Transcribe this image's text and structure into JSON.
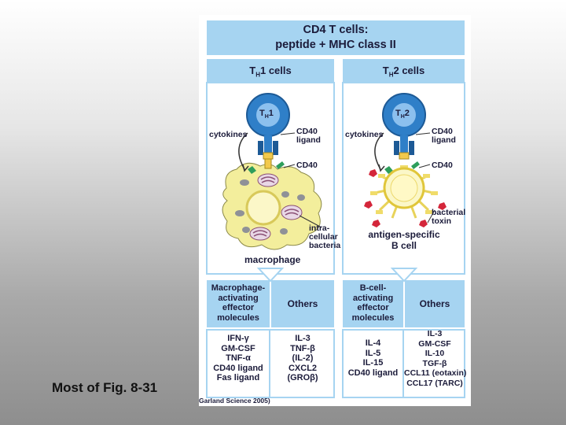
{
  "caption": "Most of Fig. 8-31",
  "figure": {
    "header_line1": "CD4 T cells:",
    "header_line2": "peptide + MHC class II",
    "left": {
      "title_T": "T",
      "title_H": "H",
      "title_rest": "1 cells",
      "cell_T": "T",
      "cell_H": "H",
      "cell_num": "1",
      "cytokines": "cytokines",
      "cd40_ligand_1": "CD40",
      "cd40_ligand_2": "ligand",
      "cd40": "CD40",
      "intracellular_1": "intra-",
      "intracellular_2": "cellular",
      "intracellular_3": "bacteria",
      "target_cell": "macrophage",
      "molecules_1": "Macrophage-",
      "molecules_2": "activating",
      "molecules_3": "effector",
      "molecules_4": "molecules",
      "others": "Others",
      "effectors": [
        "IFN-γ",
        "GM-CSF",
        "TNF-α",
        "CD40 ligand",
        "Fas ligand"
      ],
      "other_list": [
        "IL-3",
        "TNF-β",
        "(IL-2)",
        "CXCL2",
        "(GROβ)"
      ]
    },
    "right": {
      "title_T": "T",
      "title_H": "H",
      "title_rest": "2 cells",
      "cell_T": "T",
      "cell_H": "H",
      "cell_num": "2",
      "cytokines": "cytokines",
      "cd40_ligand_1": "CD40",
      "cd40_ligand_2": "ligand",
      "cd40": "CD40",
      "toxin_1": "bacterial",
      "toxin_2": "toxin",
      "target_1": "antigen-specific",
      "target_2": "B cell",
      "molecules_1": "B-cell-",
      "molecules_2": "activating",
      "molecules_3": "effector",
      "molecules_4": "molecules",
      "others": "Others",
      "effectors": [
        "IL-4",
        "IL-5",
        "IL-15",
        "CD40 ligand"
      ],
      "other_list": [
        "IL-3",
        "GM-CSF",
        "IL-10",
        "TGF-β",
        "CCL11 (eotaxin)",
        "CCL17 (TARC)"
      ]
    },
    "credit": "Garland Science 2005)"
  },
  "colors": {
    "header_blue": "#a6d4f1",
    "t_cell_blue": "#2f7fc8",
    "macrophage_yellow": "#f3ee9c",
    "bacteria_purple": "#8a4f74",
    "toxin_red": "#d4263a",
    "receptor_green": "#2e9e5b"
  }
}
